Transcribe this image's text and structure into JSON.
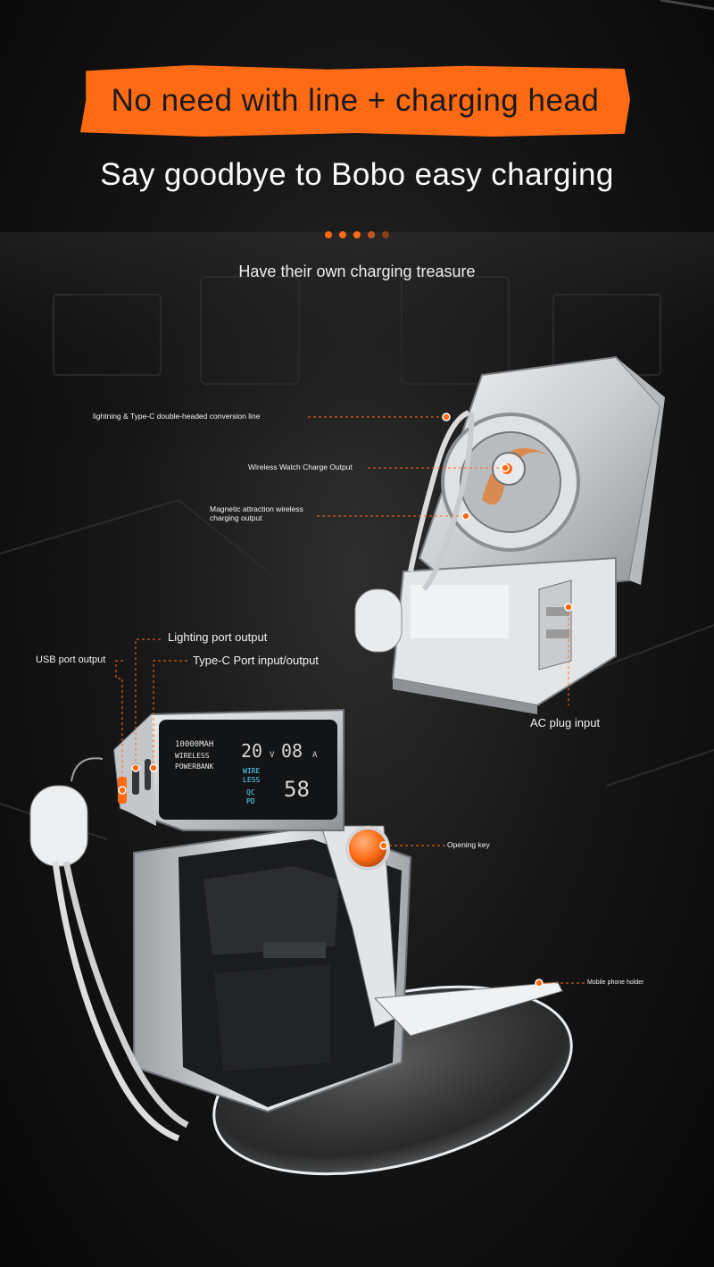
{
  "header": {
    "banner_text": "No need with line + charging head",
    "subtitle": "Say goodbye to Bobo easy charging",
    "tagline": "Have their own charging treasure"
  },
  "colors": {
    "accent": "#ff6a14",
    "background": "#0c0c0c",
    "device_body": "#d9dbdc",
    "screen": "#121416",
    "screen_text": "#58e0ff"
  },
  "callouts": {
    "lightning_typec_line": "lightning & Type-C double-headed conversion line",
    "wireless_watch": "Wireless Watch Charge Output",
    "magnetic_wireless_line1": "Magnetic attraction wireless",
    "magnetic_wireless_line2": "charging output",
    "lighting_port": "Lighting port output",
    "usb_port": "USB port output",
    "typec_port": "Type-C Port input/output",
    "ac_plug": "AC plug input",
    "opening_key": "Opening key",
    "phone_holder": "Mobile phone holder"
  },
  "device_screen": {
    "capacity": "10000MAH",
    "line2": "WIRELESS",
    "line3": "POWERBANK",
    "wireless_line1": "WIRE",
    "wireless_line2": "LESS",
    "qc": "QC",
    "pd": "PD",
    "volt_unit": "V",
    "amp_unit": "A",
    "digits_volt": "20",
    "digits_amp": "08",
    "digits_pct": "58"
  }
}
